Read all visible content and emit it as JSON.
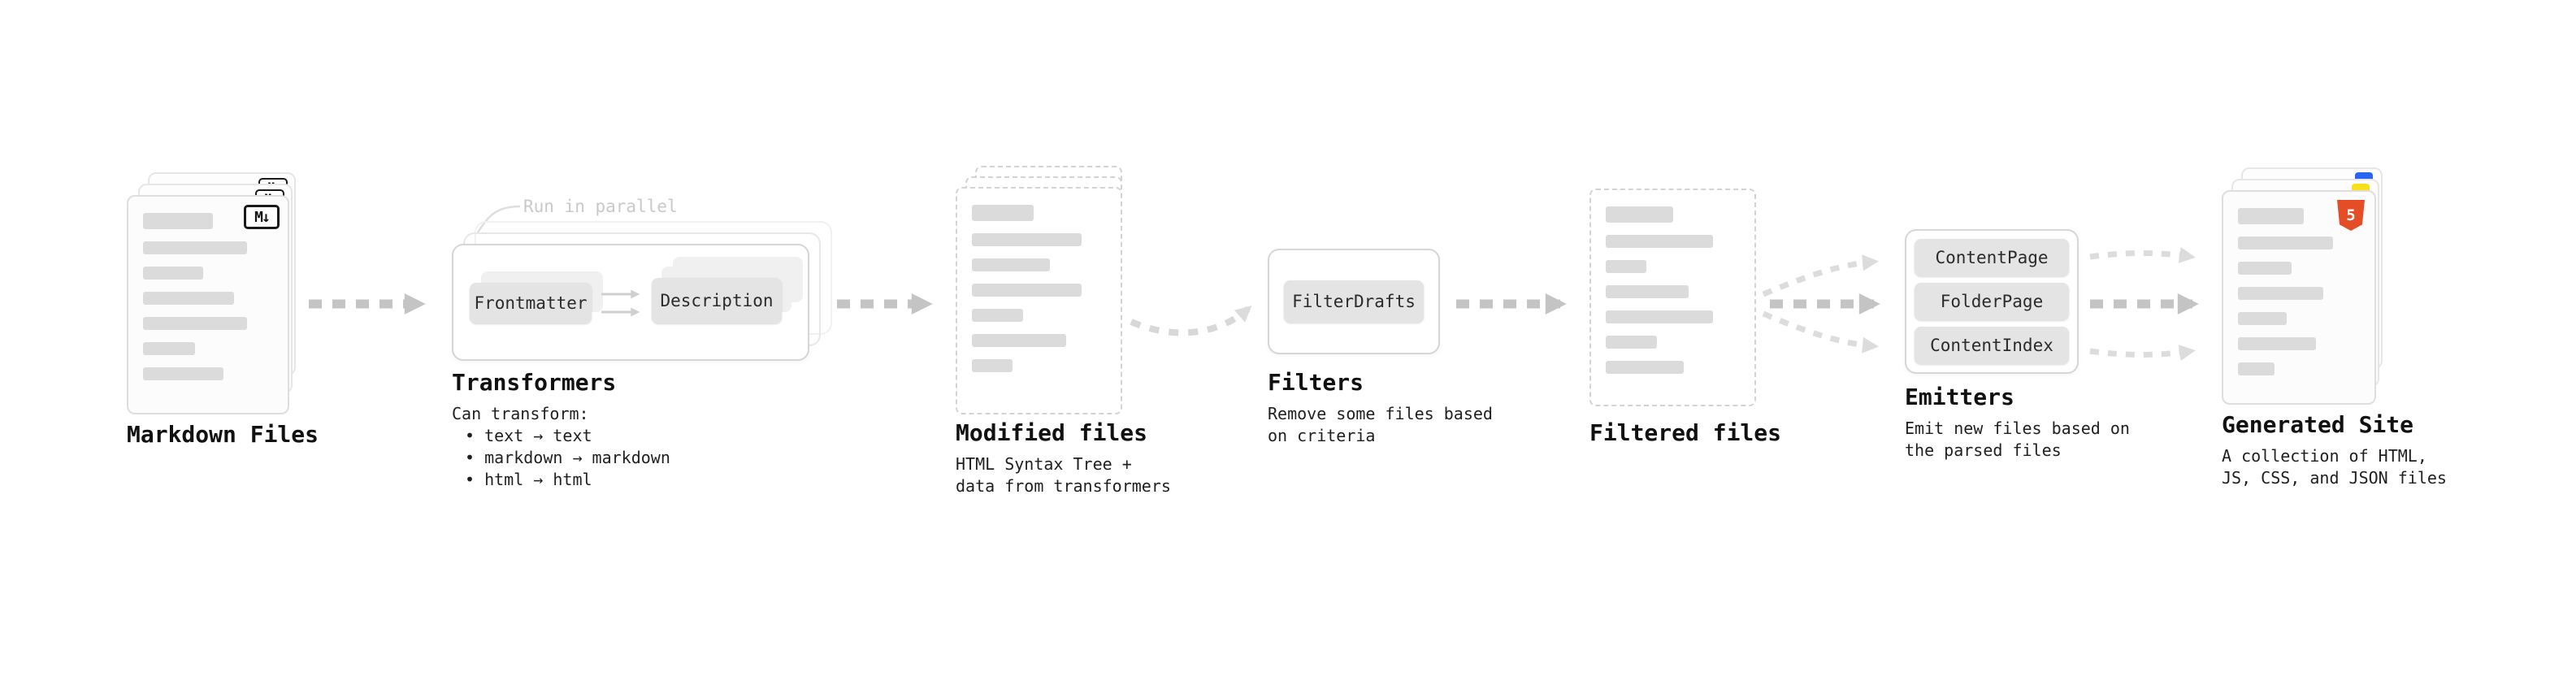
{
  "diagram": {
    "markdown_files": {
      "title": "Markdown Files",
      "badge": "M↓"
    },
    "transformers": {
      "title": "Transformers",
      "parallel_note": "Run in parallel",
      "chips": [
        "Frontmatter",
        "Description"
      ],
      "caption_heading": "Can transform:",
      "bullets": [
        "• text → text",
        "• markdown → markdown",
        "• html → html"
      ]
    },
    "modified_files": {
      "title": "Modified files",
      "caption_lines": [
        "HTML Syntax Tree +",
        "data from transformers"
      ]
    },
    "filters": {
      "title": "Filters",
      "chip": "FilterDrafts",
      "caption_lines": [
        "Remove some files based",
        "on criteria"
      ]
    },
    "filtered_files": {
      "title": "Filtered files"
    },
    "emitters": {
      "title": "Emitters",
      "chips": [
        "ContentPage",
        "FolderPage",
        "ContentIndex"
      ],
      "caption_lines": [
        "Emit new files based on",
        "the parsed files"
      ]
    },
    "generated_site": {
      "title": "Generated Site",
      "badge": "5",
      "caption_lines": [
        "A collection of HTML,",
        "JS, CSS, and JSON files"
      ]
    },
    "colors": {
      "arrow": "#c4c4c4",
      "arrow_light": "#dcdcdc",
      "html5_badge": "#e44d26",
      "js_badge": "#f7df1e",
      "css_badge": "#2965f1"
    }
  }
}
